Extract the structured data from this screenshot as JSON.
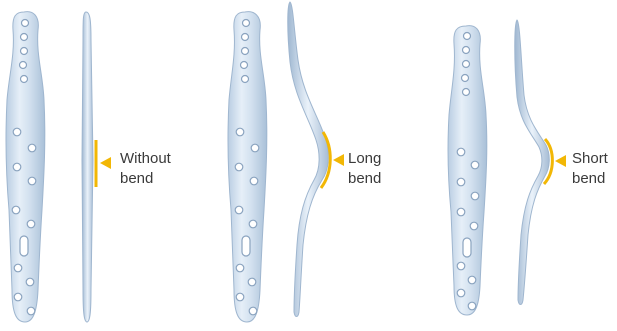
{
  "variants": [
    {
      "label_line1": "Without",
      "label_line2": "bend"
    },
    {
      "label_line1": "Long",
      "label_line2": "bend"
    },
    {
      "label_line1": "Short",
      "label_line2": "bend"
    }
  ],
  "colors": {
    "background": "#ffffff",
    "plate_fill": "#d6e3f1",
    "plate_edge": "#9fb6cf",
    "plate_highlight": "#f3f8fd",
    "hole_fill": "#ffffff",
    "hole_edge": "#8aa3bf",
    "bend_marker": "#f2b705",
    "label_text": "#3a3a3a"
  }
}
